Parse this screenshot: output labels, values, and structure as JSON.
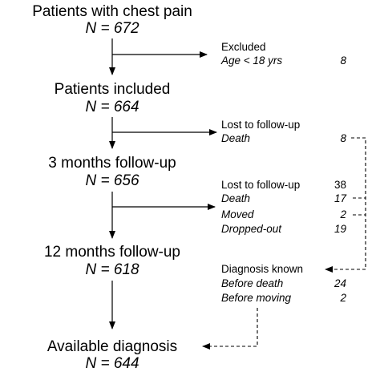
{
  "stages": [
    {
      "title": "Patients with chest pain",
      "n": "N = 672"
    },
    {
      "title": "Patients included",
      "n": "N = 664"
    },
    {
      "title": "3 months follow-up",
      "n": "N = 656"
    },
    {
      "title": "12 months follow-up",
      "n": "N = 618"
    },
    {
      "title": "Available diagnosis",
      "n": "N = 644"
    }
  ],
  "side_boxes": {
    "excluded": {
      "heading": "Excluded",
      "rows": [
        {
          "label": "Age < 18 yrs",
          "value": "8"
        }
      ]
    },
    "lost_1": {
      "heading": "Lost to follow-up",
      "rows": [
        {
          "label": "Death",
          "value": "8"
        }
      ]
    },
    "lost_2": {
      "heading": "Lost to follow-up",
      "heading_value": "38",
      "rows": [
        {
          "label": "Death",
          "value": "17"
        },
        {
          "label": "Moved",
          "value": "2"
        },
        {
          "label": "Dropped-out",
          "value": "19"
        }
      ]
    },
    "diagnosis_known": {
      "heading": "Diagnosis known",
      "rows": [
        {
          "label": "Before death",
          "value": "24"
        },
        {
          "label": "Before moving",
          "value": "2"
        }
      ]
    }
  }
}
